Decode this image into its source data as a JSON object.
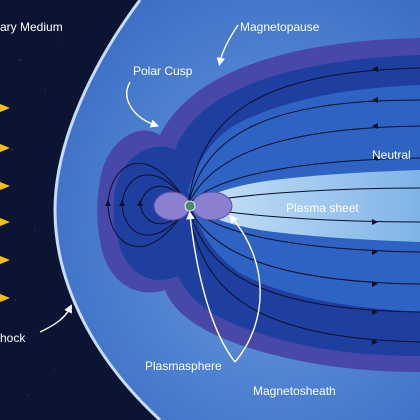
{
  "diagram": {
    "labels": {
      "interplanetary_medium": "ary Medium",
      "magnetopause": "Magnetopause",
      "polar_cusp": "Polar Cusp",
      "neutral_sheet": "Neutral",
      "plasma_sheet": "Plasma sheet",
      "bow_shock": "hock",
      "plasmasphere": "Plasmasphere",
      "magnetosheath": "Magnetosheath"
    },
    "colors": {
      "space": "#0b1533",
      "magnetosheath": "#3f73c9",
      "magnetopause_band": "#4848a8",
      "outer_magnetosphere": "#1f3fa0",
      "inner_lobe": "#2e63c4",
      "plasma_sheet": "#a9cff0",
      "plasmasphere": "#8a7fd0",
      "solar_wind": "#f4c20d",
      "earth": "#4a8a6a"
    },
    "icons": [
      "earth-icon",
      "solar-wind-arrow-icon",
      "field-line-arrow-icon",
      "label-pointer-arrow-icon"
    ]
  }
}
